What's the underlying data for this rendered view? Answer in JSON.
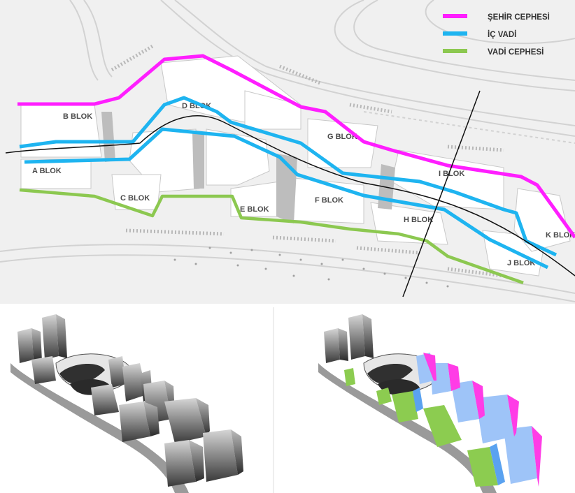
{
  "legend": [
    {
      "label": "ŞEHİR CEPHESİ",
      "color": "#ff1eff"
    },
    {
      "label": "İÇ VADİ",
      "color": "#1eb4f0"
    },
    {
      "label": "VADİ CEPHESİ",
      "color": "#8cc850"
    }
  ],
  "blocks": {
    "a": "A BLOK",
    "b": "B BLOK",
    "c": "C BLOK",
    "d": "D BLOK",
    "e": "E BLOK",
    "f": "F BLOK",
    "g": "G BLOK",
    "h": "H BLOK",
    "i": "I BLOK",
    "j": "J BLOK",
    "k": "K BLOK"
  },
  "facade_colors": {
    "city": "#ff3ce6",
    "inner": "#9ec4f8",
    "valley": "#8ccc50"
  }
}
